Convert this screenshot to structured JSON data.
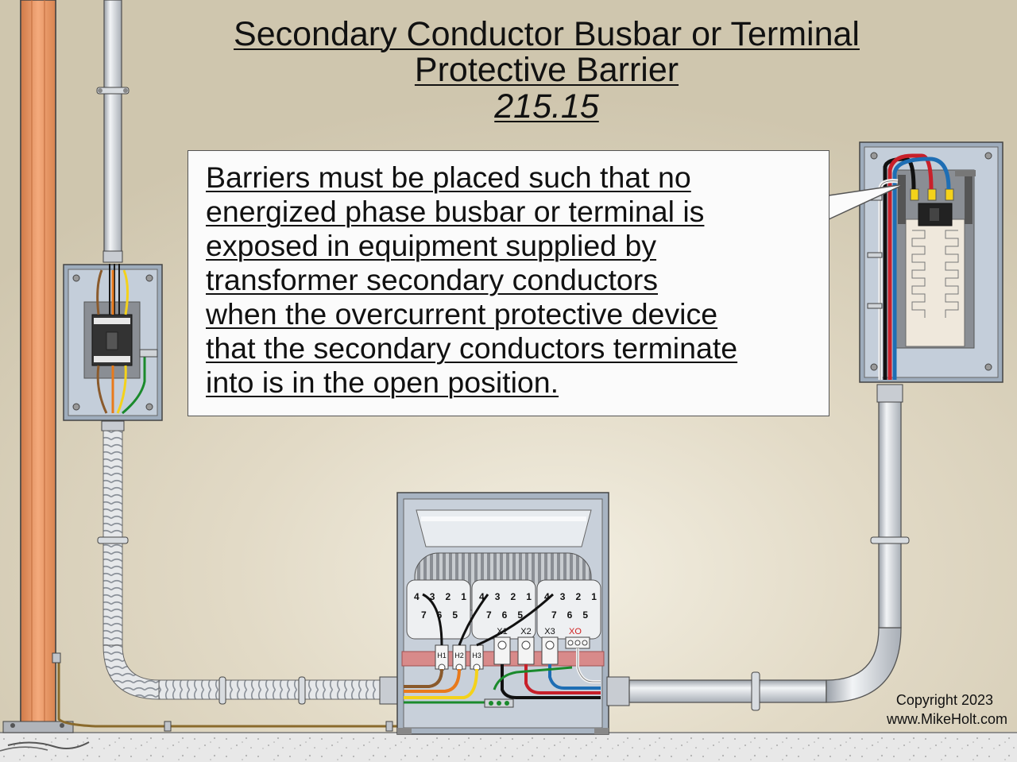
{
  "title": {
    "line1": "Secondary Conductor Busbar or Terminal",
    "line2": "Protective Barrier",
    "code": "215.15"
  },
  "callout": {
    "lines": [
      "Barriers must be placed such that no",
      "energized phase busbar or terminal is",
      "exposed in equipment supplied by",
      "transformer secondary conductors",
      "when the overcurrent protective device",
      "that the secondary conductors terminate",
      "into is in the open position."
    ]
  },
  "transformer": {
    "tap_top": [
      "4",
      "3",
      "2",
      "1"
    ],
    "tap_bottom": [
      "7",
      "6",
      "5"
    ],
    "primary_terminals": [
      "H1",
      "H2",
      "H3"
    ],
    "secondary_terminals": [
      "X1",
      "X2",
      "X3",
      "XO"
    ]
  },
  "copyright": {
    "line1": "Copyright 2023",
    "line2": "www.MikeHolt.com"
  },
  "colors": {
    "background": "#e2dac6",
    "wood_post": "#f0a070",
    "conduit": "#d4d8dc",
    "enclosure": "#b8c4d2",
    "phase_black": "#111111",
    "phase_red": "#c8202a",
    "phase_blue": "#1e6eb4",
    "neutral_white": "#f4f4f4",
    "ground_green": "#1a8a2c",
    "primary_yellow": "#f4d21a",
    "primary_orange": "#e87a1c",
    "primary_brown": "#8a5a2c",
    "barrier_pink": "#d88a8a",
    "xo_label": "#d02020"
  }
}
